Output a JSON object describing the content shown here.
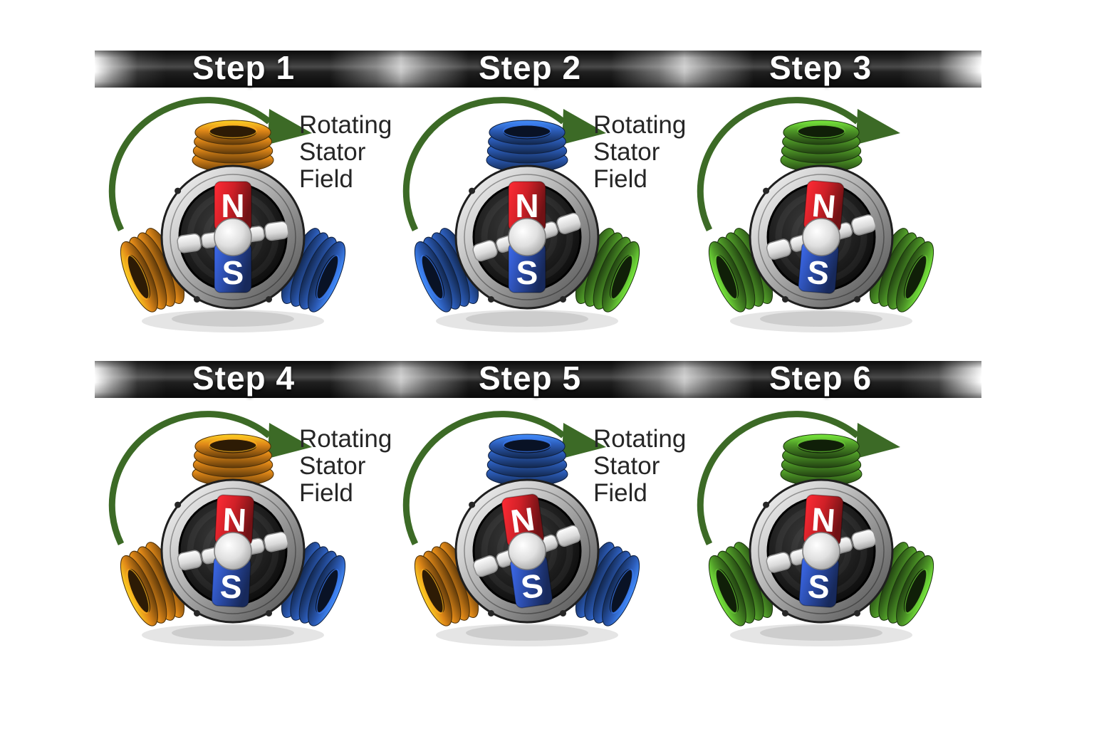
{
  "caption_text": "Rotating\nStator\nField",
  "colors": {
    "arrow_green": "#3c6a26",
    "coil_orange": "#e08818",
    "coil_blue": "#2c5cb8",
    "coil_green": "#4f9928",
    "magnet_red": "#ce2027",
    "magnet_blue": "#2a4aa5",
    "rotor_north_label": "N",
    "rotor_south_label": "S"
  },
  "panels": [
    {
      "step": "Step 1",
      "caption": "Rotating\nStator\nField",
      "coils": {
        "top": "orange",
        "left": "orange",
        "right": "blue"
      },
      "rotor": {
        "magnet_tilt": 0,
        "arm_tilt": -8
      }
    },
    {
      "step": "Step 2",
      "caption": "Rotating\nStator\nField",
      "coils": {
        "top": "blue",
        "left": "blue",
        "right": "green"
      },
      "rotor": {
        "magnet_tilt": 0,
        "arm_tilt": -18
      }
    },
    {
      "step": "Step 3",
      "caption": "",
      "coils": {
        "top": "green",
        "left": "green",
        "right": "green"
      },
      "rotor": {
        "magnet_tilt": 5,
        "arm_tilt": -16
      }
    },
    {
      "step": "Step 4",
      "caption": "Rotating\nStator\nField",
      "coils": {
        "top": "orange",
        "left": "orange",
        "right": "blue"
      },
      "rotor": {
        "magnet_tilt": 3,
        "arm_tilt": -12
      }
    },
    {
      "step": "Step 5",
      "caption": "Rotating\nStator\nField",
      "coils": {
        "top": "blue",
        "left": "orange",
        "right": "blue"
      },
      "rotor": {
        "magnet_tilt": -8,
        "arm_tilt": -20
      }
    },
    {
      "step": "Step 6",
      "caption": "",
      "coils": {
        "top": "green",
        "left": "green",
        "right": "green"
      },
      "rotor": {
        "magnet_tilt": 4,
        "arm_tilt": -15
      }
    }
  ]
}
